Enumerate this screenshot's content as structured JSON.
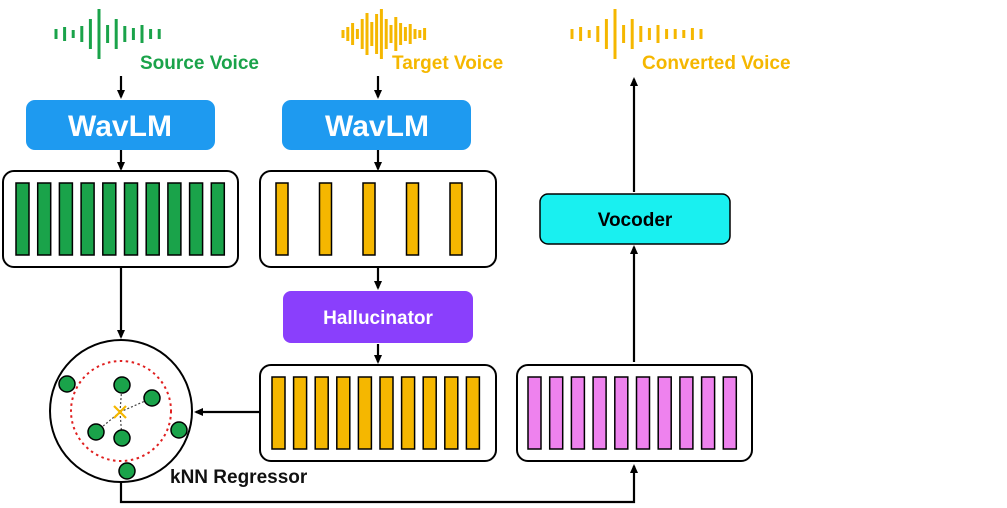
{
  "colors": {
    "source": "#1aa34a",
    "target": "#f5b700",
    "wavlm": "#1e9af0",
    "hallucinator": "#8a3ffc",
    "vocoder": "#19f0f0",
    "converted_bar": "#ee82ee",
    "knn_circle": "#e02020"
  },
  "labels": {
    "source_voice": "Source Voice",
    "target_voice": "Target Voice",
    "converted_voice": "Converted Voice",
    "wavlm_left": "WavLM",
    "wavlm_mid": "WavLM",
    "hallucinator": "Hallucinator",
    "vocoder": "Vocoder",
    "knn_regressor": "kNN Regressor"
  },
  "icons": {
    "source_waveform": "waveform-icon",
    "target_waveform": "waveform-icon",
    "converted_waveform": "waveform-icon",
    "knn_query": "cross-icon"
  },
  "feature_bars": {
    "source_features": 10,
    "target_features": 5,
    "hallucinated_features": 10,
    "converted_features": 10
  }
}
